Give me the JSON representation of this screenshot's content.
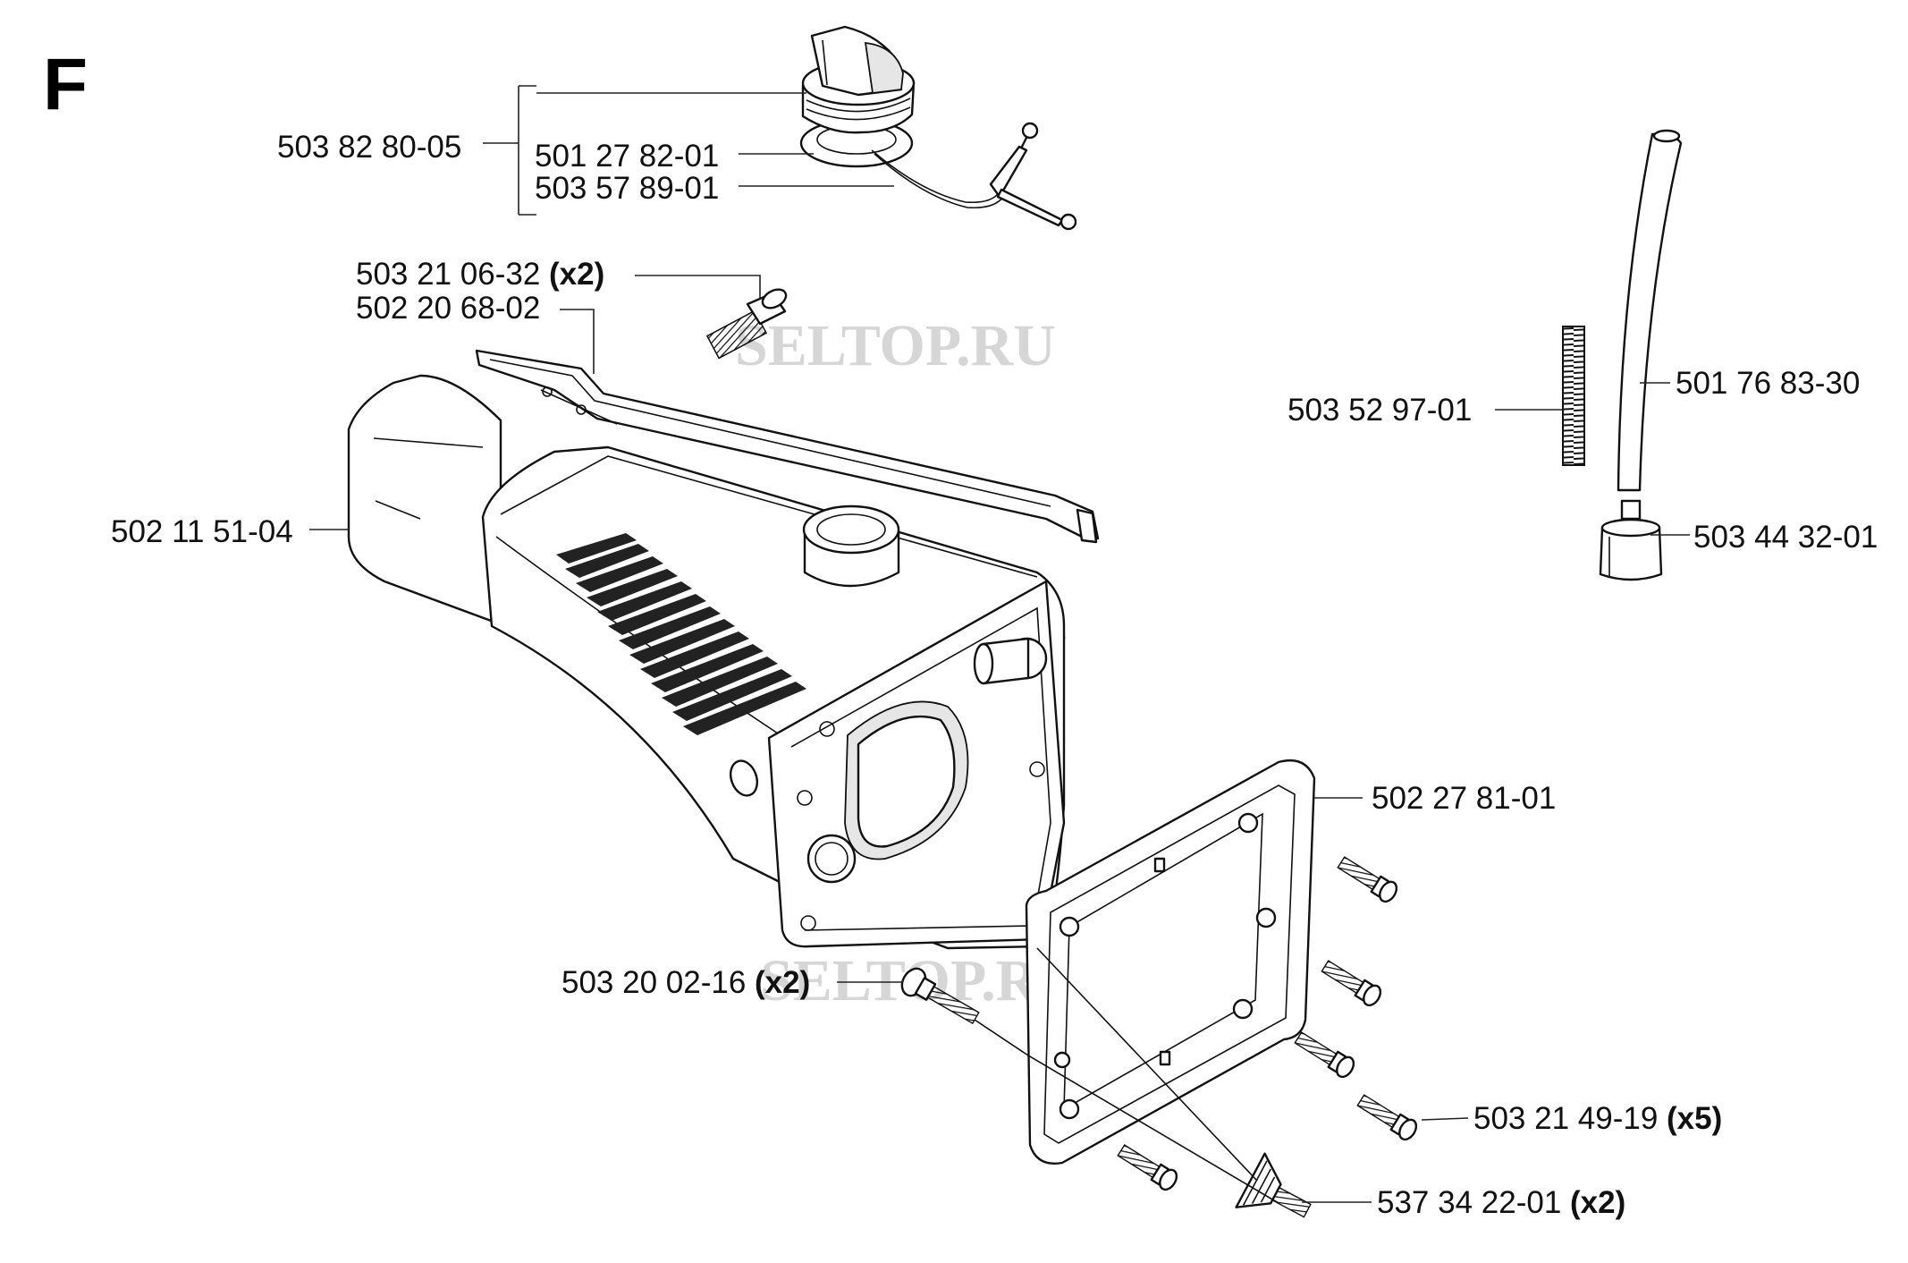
{
  "section": "F",
  "watermark": "SELTOP.RU",
  "parts": [
    {
      "id": "p1",
      "number": "503 82 80-05",
      "qty": ""
    },
    {
      "id": "p2",
      "number": "501 27 82-01",
      "qty": ""
    },
    {
      "id": "p3",
      "number": "503 57 89-01",
      "qty": ""
    },
    {
      "id": "p4",
      "number": "503 21 06-32",
      "qty": "(x2)"
    },
    {
      "id": "p5",
      "number": "502 20 68-02",
      "qty": ""
    },
    {
      "id": "p6",
      "number": "502 11 51-04",
      "qty": ""
    },
    {
      "id": "p7",
      "number": "503 52 97-01",
      "qty": ""
    },
    {
      "id": "p8",
      "number": "501 76 83-30",
      "qty": ""
    },
    {
      "id": "p9",
      "number": "503 44 32-01",
      "qty": ""
    },
    {
      "id": "p10",
      "number": "502 27 81-01",
      "qty": ""
    },
    {
      "id": "p11",
      "number": "503 20 02-16",
      "qty": "(x2)"
    },
    {
      "id": "p12",
      "number": "503 21 49-19",
      "qty": "(x5)"
    },
    {
      "id": "p13",
      "number": "537 34 22-01",
      "qty": "(x2)"
    }
  ]
}
